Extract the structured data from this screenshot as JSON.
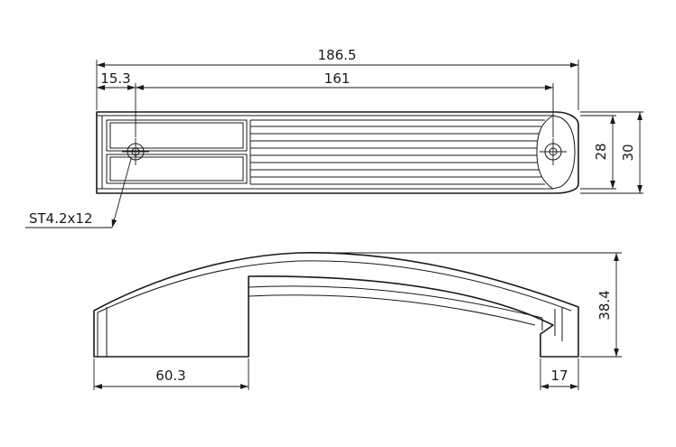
{
  "top_view": {
    "overall_length": "186.5",
    "hole_offset": "15.3",
    "hole_spacing": "161",
    "inner_width": "28",
    "outer_width": "30",
    "screw_callout": "ST4.2x12"
  },
  "side_view": {
    "height": "38.4",
    "foot_left_length": "60.3",
    "foot_right_length": "17"
  }
}
